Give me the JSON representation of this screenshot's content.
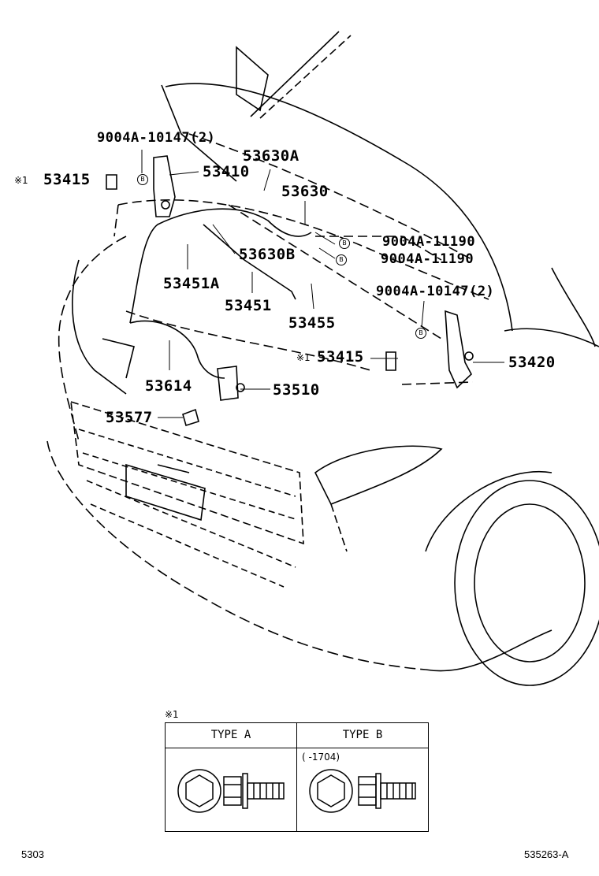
{
  "labels": {
    "p1": "9004A-10147(2)",
    "p2": "53630A",
    "p3": "53415",
    "p4": "53410",
    "p5": "53630",
    "p6": "9004A-11190",
    "p7": "9004A-11190",
    "p8": "53630B",
    "p9": "53451A",
    "p10": "53451",
    "p11": "9004A-10147(2)",
    "p12": "53455",
    "p13": "53415",
    "p14": "53420",
    "p15": "53614",
    "p16": "53510",
    "p17": "53577"
  },
  "marks": {
    "note_mark": "※1",
    "circle_b": "B"
  },
  "legend": {
    "mark": "※1",
    "type_a": "TYPE A",
    "type_b": "TYPE B",
    "type_b_note": "(      -1704)"
  },
  "footer": {
    "left": "5303",
    "right": "535263-A"
  }
}
